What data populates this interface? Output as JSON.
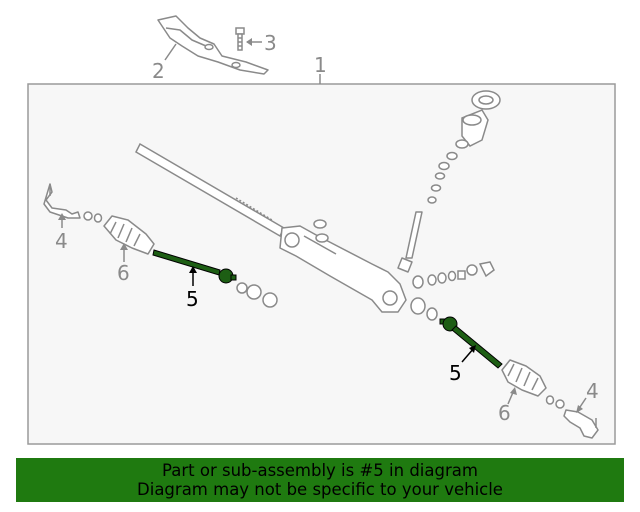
{
  "diagram": {
    "labels": {
      "assembly": "1",
      "shield": "2",
      "bolt": "3",
      "tie_rod_end_left": "4",
      "tie_rod_end_right": "4",
      "inner_tie_rod_left": "5",
      "inner_tie_rod_right": "5",
      "boot_left": "6",
      "boot_right": "6"
    },
    "highlight_part": "5",
    "colors": {
      "line": "#8a8a8a",
      "highlight": "#1d5e14",
      "panel_bg": "#f7f7f7",
      "panel_border": "#9a9a9a"
    }
  },
  "banner": {
    "line1": "Part or sub-assembly is #5 in diagram",
    "line2": "Diagram may not be specific to your vehicle",
    "color": "#1f7a10"
  }
}
